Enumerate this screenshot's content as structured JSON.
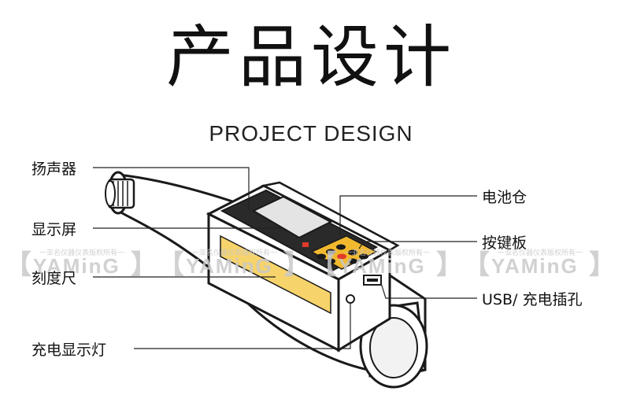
{
  "title": "产品设计",
  "subtitle": "PROJECT DESIGN",
  "labels": {
    "speaker": "扬声器",
    "display": "显示屏",
    "scale": "刻度尺",
    "charge_light": "充电显示灯",
    "battery": "电池仓",
    "keypad": "按键板",
    "usb_port": "USB/ 充电插孔"
  },
  "watermark": {
    "brand": "YAMinG",
    "tagline": "一亚名仪器仪表版权所有一",
    "bracket_left": "【",
    "bracket_right": "】"
  },
  "colors": {
    "body_fill": "#ffffff",
    "outline": "#1a1a1a",
    "screen": "#e4e4e4",
    "keypad_yellow": "#f2b92f",
    "scale_yellow": "#f7d36b",
    "key_red": "#e23a2a"
  }
}
